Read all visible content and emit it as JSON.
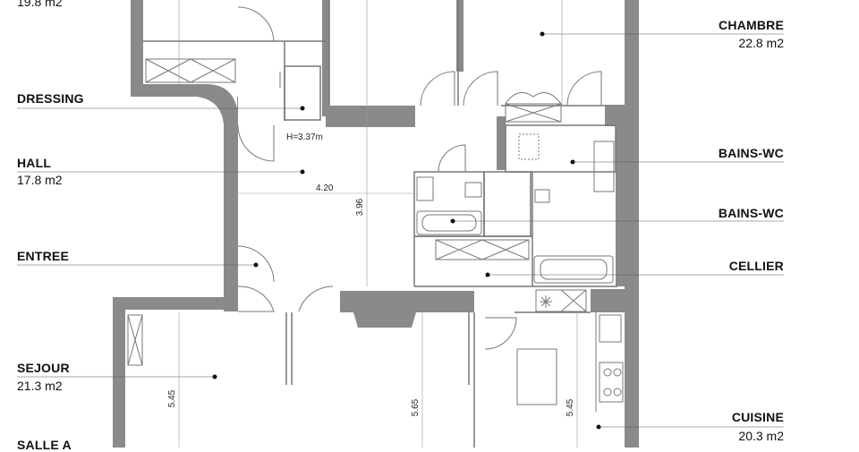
{
  "rooms_left": [
    {
      "key": "chambre_top_left",
      "name": "",
      "area": "19.8 m2"
    },
    {
      "key": "dressing",
      "name": "DRESSING",
      "area": ""
    },
    {
      "key": "hall",
      "name": "HALL",
      "area": "17.8 m2"
    },
    {
      "key": "entree",
      "name": "ENTREE",
      "area": ""
    },
    {
      "key": "sejour",
      "name": "SEJOUR",
      "area": "21.3 m2"
    },
    {
      "key": "salle",
      "name": "SALLE A",
      "area": ""
    }
  ],
  "rooms_right": [
    {
      "key": "chambre",
      "name": "CHAMBRE",
      "area": "22.8 m2"
    },
    {
      "key": "bains_wc_1",
      "name": "BAINS-WC",
      "area": ""
    },
    {
      "key": "bains_wc_2",
      "name": "BAINS-WC",
      "area": ""
    },
    {
      "key": "cellier",
      "name": "CELLIER",
      "area": ""
    },
    {
      "key": "cuisine",
      "name": "CUISINE",
      "area": "20.3 m2"
    }
  ],
  "dimensions": {
    "ceiling_height": "H=3.37m",
    "hall_width": "4.20",
    "hall_depth": "3.96",
    "sejour_depth": "5.45",
    "salle_depth": "5.65",
    "cuisine_depth": "5.45"
  },
  "colors": {
    "wall": "#8a8a8a",
    "line": "#777777",
    "leader": "#555555",
    "text": "#111111"
  }
}
